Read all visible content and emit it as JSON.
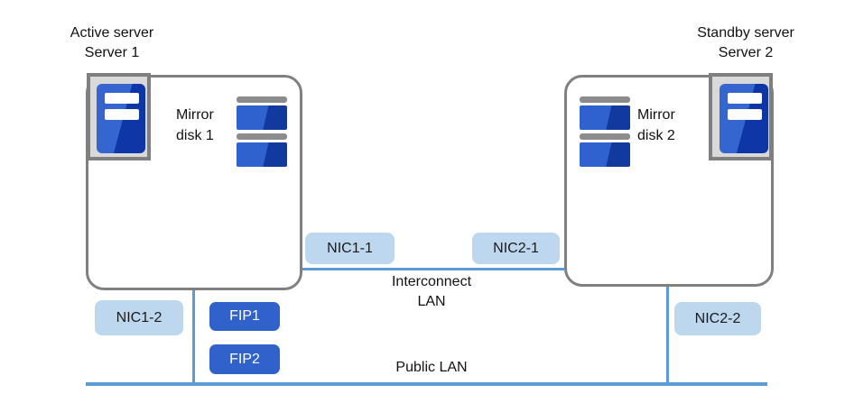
{
  "servers": [
    {
      "role_label": "Active server",
      "name": "Server 1",
      "disk_label_line1": "Mirror",
      "disk_label_line2": "disk 1"
    },
    {
      "role_label": "Standby server",
      "name": "Server 2",
      "disk_label_line1": "Mirror",
      "disk_label_line2": "disk 2"
    }
  ],
  "nics": {
    "nic1_1": "NIC1-1",
    "nic2_1": "NIC2-1",
    "nic1_2": "NIC1-2",
    "nic2_2": "NIC2-2"
  },
  "fips": {
    "fip1": "FIP1",
    "fip2": "FIP2"
  },
  "networks": {
    "interconnect_line1": "Interconnect",
    "interconnect_line2": "LAN",
    "public": "Public LAN"
  },
  "colors": {
    "lan_line": "#5b9bd5",
    "nic_badge": "#bdd7ee",
    "fip_badge": "#3161cb",
    "server_box_border": "#808080",
    "icon_frame_fill": "#d9d9d9",
    "icon_frame_border": "#7f7f7f",
    "tower_light": "#3566cf",
    "tower_dark": "#0e36a6",
    "disk_light": "#2f62cf",
    "disk_dark": "#123a9e",
    "disk_cap_gray": "#8c8c8c"
  }
}
